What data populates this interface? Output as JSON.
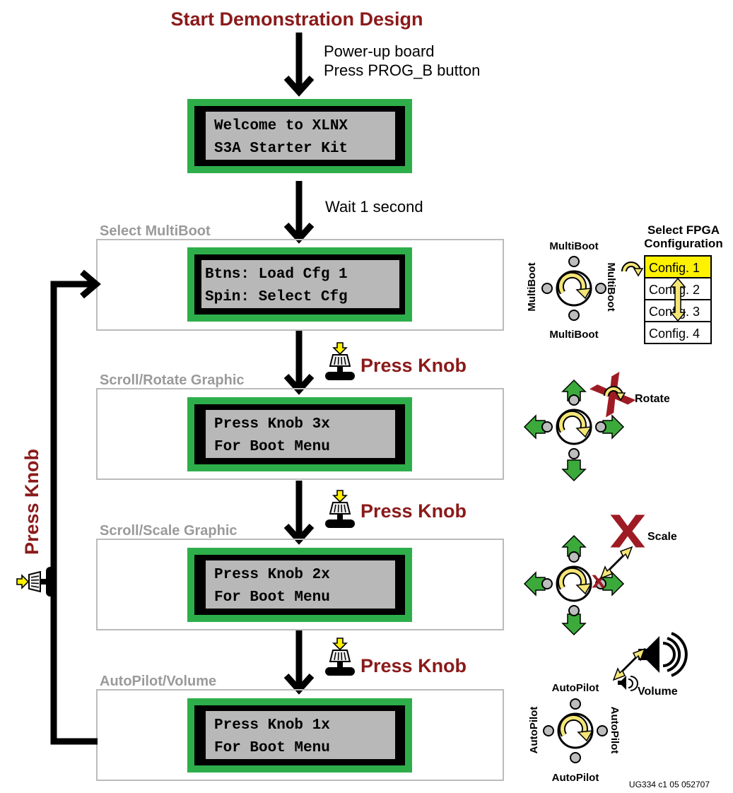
{
  "title": "Start Demonstration Design",
  "steps": {
    "first": [
      "Power-up board",
      "Press PROG_B button"
    ],
    "second": "Wait 1 second"
  },
  "welcome_lcd": [
    "Welcome to XLNX",
    "S3A Starter Kit"
  ],
  "sections": [
    {
      "title": "Select MultiBoot",
      "lcd": [
        "Btns: Load Cfg 1",
        "Spin: Select Cfg"
      ]
    },
    {
      "title": "Scroll/Rotate Graphic",
      "lcd": [
        "Press Knob 3x",
        "For Boot Menu"
      ]
    },
    {
      "title": "Scroll/Scale Graphic",
      "lcd": [
        "Press Knob 2x",
        "For Boot Menu"
      ]
    },
    {
      "title": "AutoPilot/Volume",
      "lcd": [
        "Press Knob 1x",
        "For Boot Menu"
      ]
    }
  ],
  "press_knob": "Press Knob",
  "multiboot": {
    "header": [
      "Select FPGA",
      "Configuration"
    ],
    "direction_label": "MultiBoot",
    "configs": [
      "Config. 1",
      "Config. 2",
      "Config. 3",
      "Config. 4"
    ],
    "selected": 0
  },
  "rotate_label": "Rotate",
  "scale_label": "Scale",
  "volume_label": "Volume",
  "autopilot_label": "AutoPilot",
  "figure_id": "UG334_c1_05_052707",
  "colors": {
    "title_red": "#8B1A1A",
    "lcd_green": "#2EAE4A",
    "lcd_screen": "#B8B8B8",
    "section_border": "#BBBBBB",
    "section_title": "#9A9A9A",
    "arrow_green": "#3BAA3B",
    "knob_yellow": "#F4E676",
    "highlight_yellow": "#FFF200",
    "xilinx_red": "#9E1B24"
  }
}
